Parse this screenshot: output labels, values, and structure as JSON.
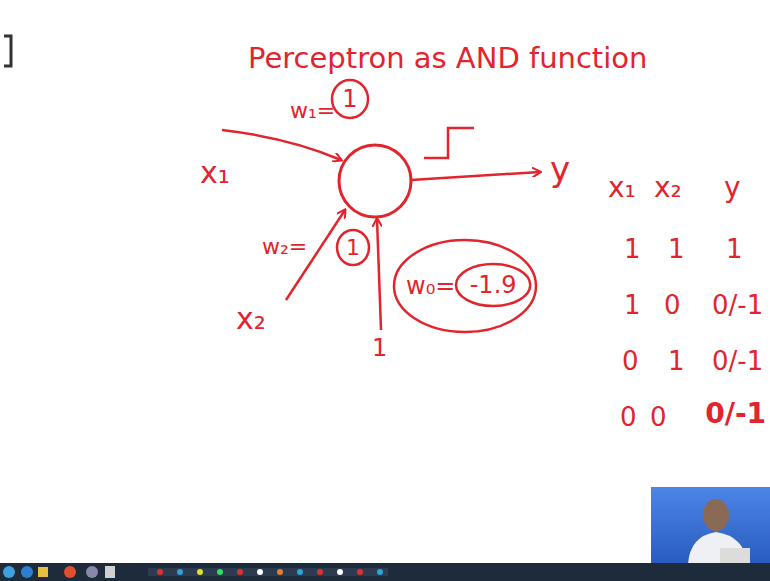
{
  "diagram": {
    "title": "Perceptron as AND function",
    "nodes": [
      {
        "text": [
          "1"
        ]
      },
      {
        "text": [
          "1"
        ]
      },
      {
        "text": [
          "w₀="
        ]
      },
      {
        "text": [
          "-1.9"
        ],
        "in": 2
      }
    ],
    "labels": [
      "x₁",
      "w₁=",
      "x₂",
      "w₂=",
      "y",
      "1",
      "x₁",
      "x₂",
      "y",
      "1",
      "1",
      "1",
      "1",
      "0",
      "0/-1",
      "0",
      "1",
      "0/-1",
      "0",
      "0",
      "0/-1"
    ]
  }
}
